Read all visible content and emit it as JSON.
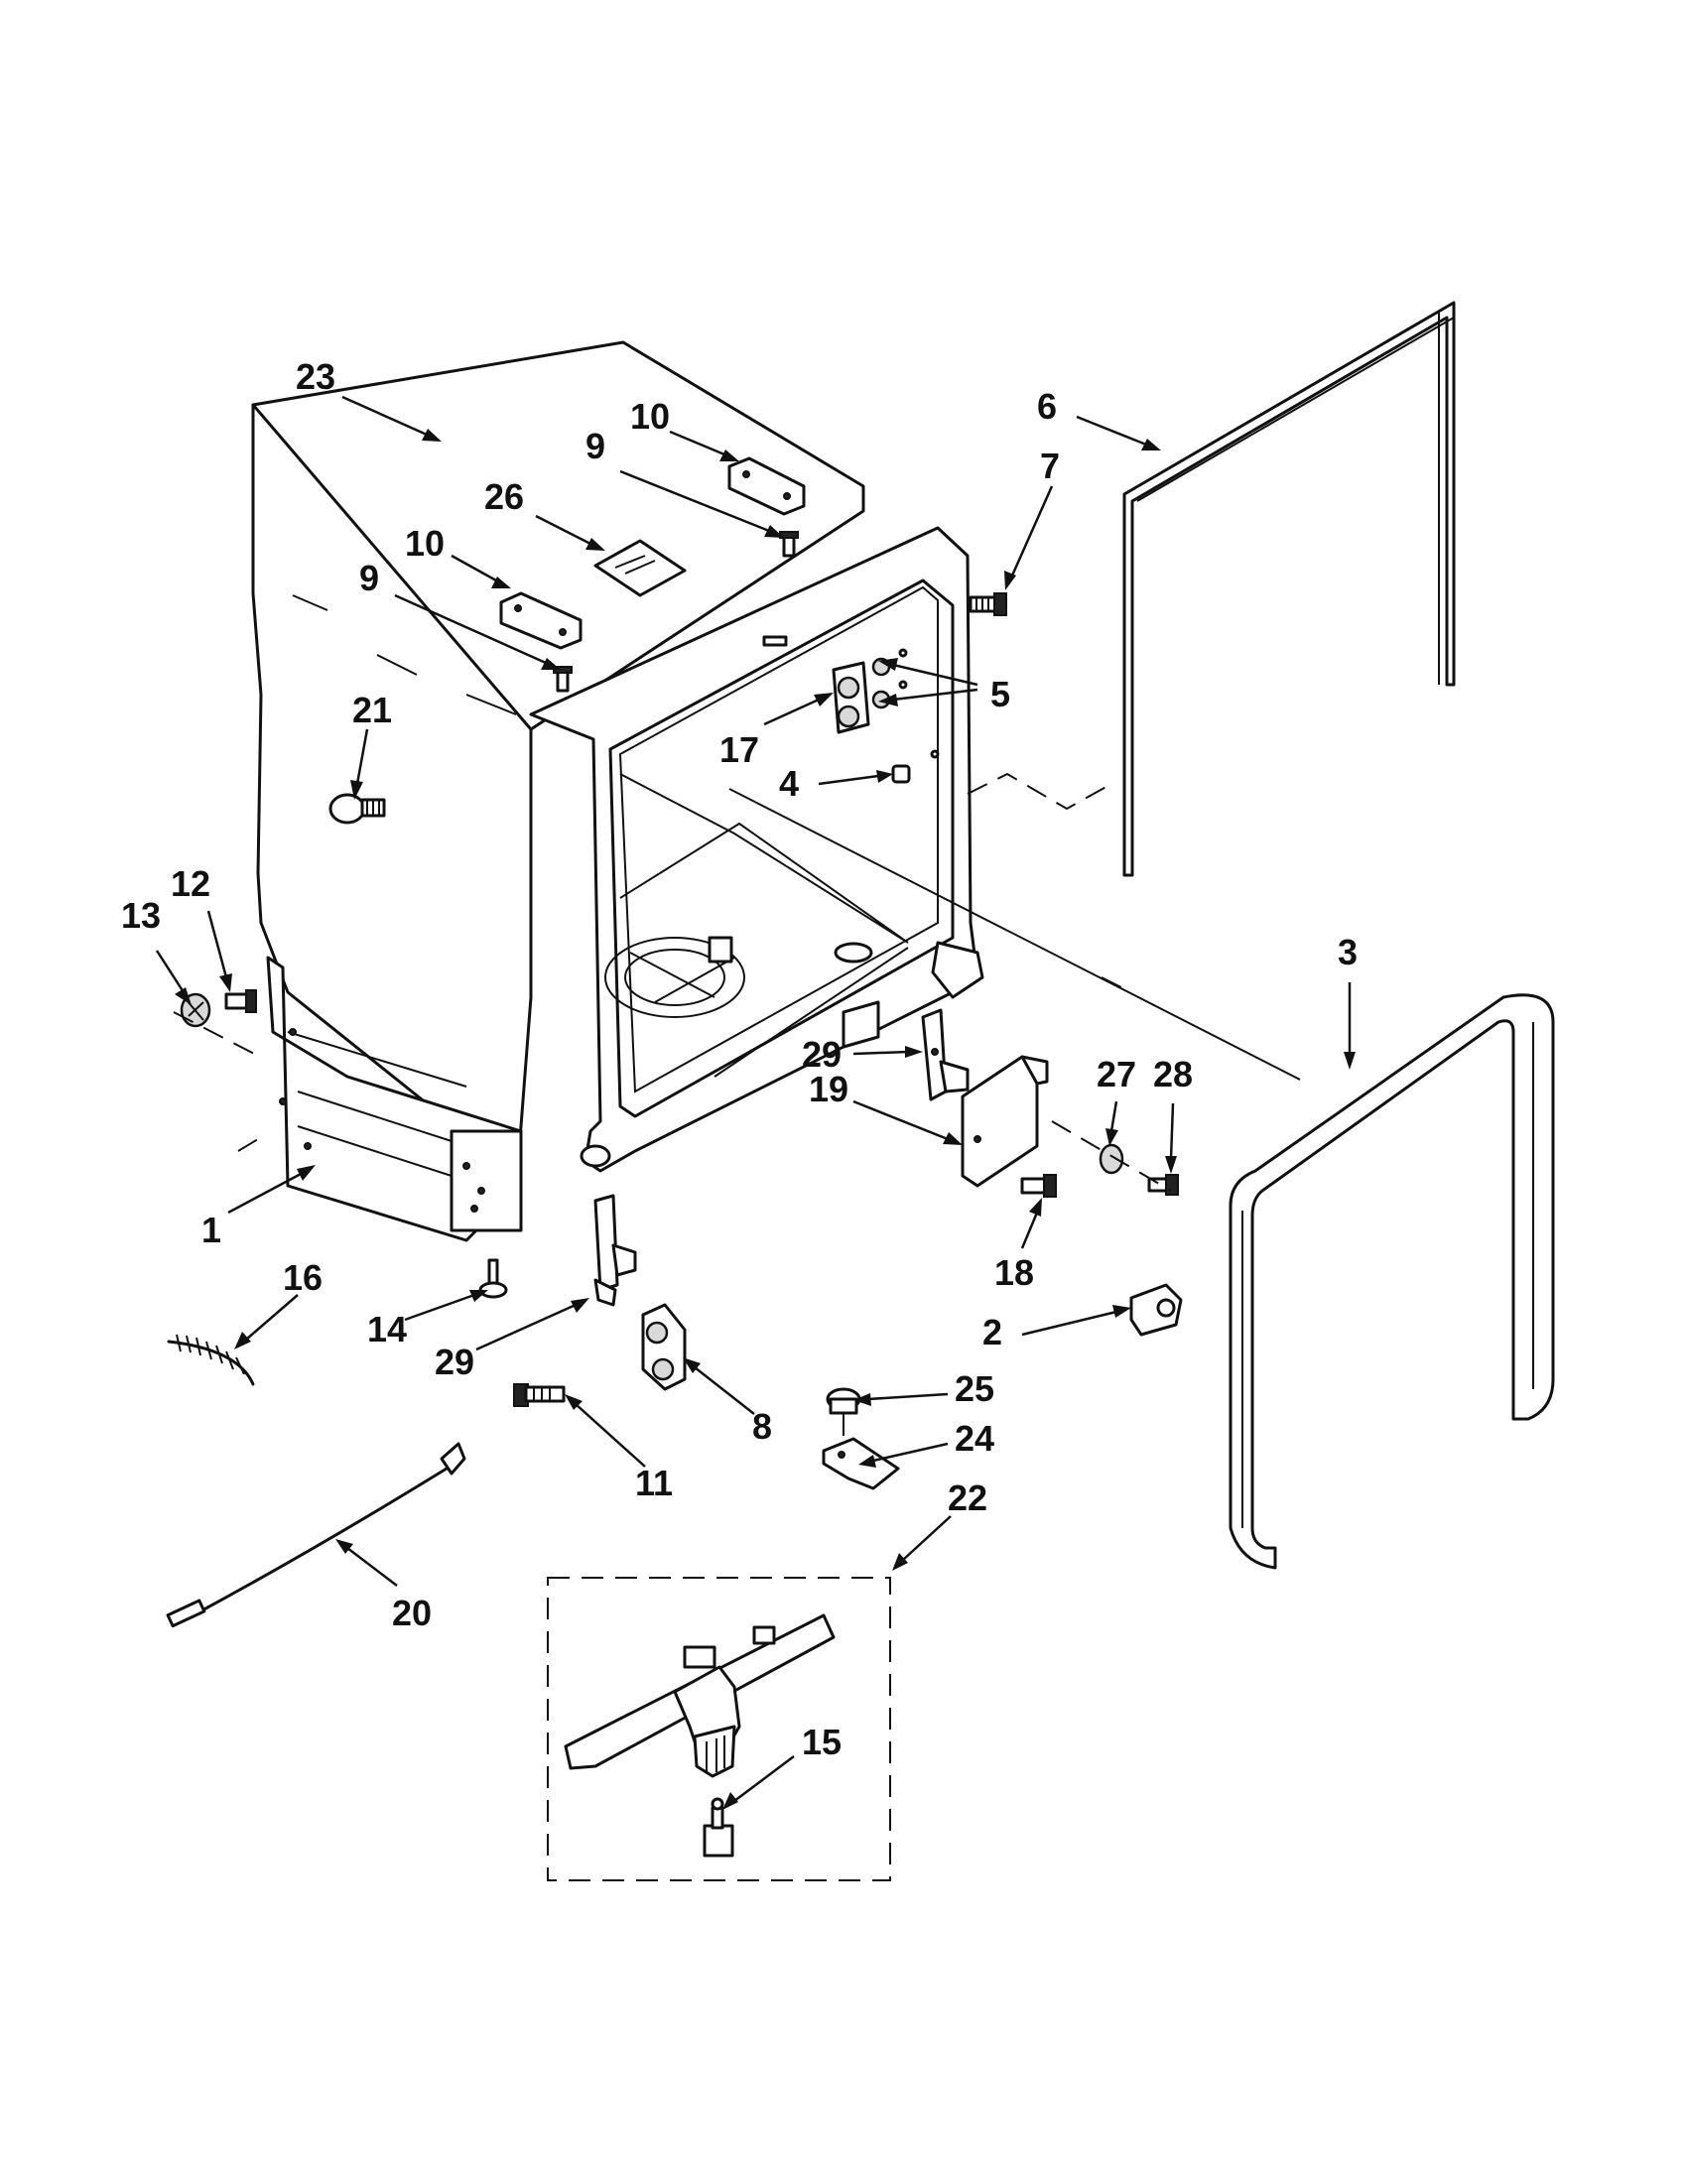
{
  "diagram": {
    "callouts": [
      {
        "id": "c23",
        "label": "23"
      },
      {
        "id": "c10a",
        "label": "10"
      },
      {
        "id": "c9a",
        "label": "9"
      },
      {
        "id": "c26",
        "label": "26"
      },
      {
        "id": "c10b",
        "label": "10"
      },
      {
        "id": "c9b",
        "label": "9"
      },
      {
        "id": "c21",
        "label": "21"
      },
      {
        "id": "c6",
        "label": "6"
      },
      {
        "id": "c7",
        "label": "7"
      },
      {
        "id": "c5",
        "label": "5"
      },
      {
        "id": "c17",
        "label": "17"
      },
      {
        "id": "c4",
        "label": "4"
      },
      {
        "id": "c13",
        "label": "13"
      },
      {
        "id": "c12",
        "label": "12"
      },
      {
        "id": "c3",
        "label": "3"
      },
      {
        "id": "c27",
        "label": "27"
      },
      {
        "id": "c28",
        "label": "28"
      },
      {
        "id": "c29a",
        "label": "29"
      },
      {
        "id": "c19",
        "label": "19"
      },
      {
        "id": "c1",
        "label": "1"
      },
      {
        "id": "c18",
        "label": "18"
      },
      {
        "id": "c16",
        "label": "16"
      },
      {
        "id": "c14",
        "label": "14"
      },
      {
        "id": "c29b",
        "label": "29"
      },
      {
        "id": "c2",
        "label": "2"
      },
      {
        "id": "c25",
        "label": "25"
      },
      {
        "id": "c8",
        "label": "8"
      },
      {
        "id": "c11",
        "label": "11"
      },
      {
        "id": "c24",
        "label": "24"
      },
      {
        "id": "c22",
        "label": "22"
      },
      {
        "id": "c20",
        "label": "20"
      },
      {
        "id": "c15",
        "label": "15"
      }
    ]
  }
}
